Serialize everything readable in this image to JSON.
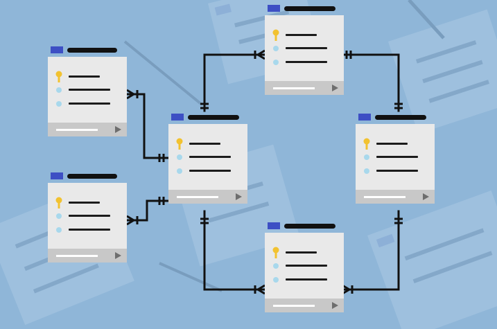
{
  "colors": {
    "background": "#8fb6d8",
    "card_tab": "#3d4fc4",
    "card_body": "#e9e9e9",
    "card_footer": "#c8c8c8",
    "key": "#f2c230",
    "field_dot": "#a8d8ec",
    "wire": "#111111"
  },
  "icons": [
    "key-icon",
    "field-dot-icon",
    "play-icon"
  ],
  "tables": [
    {
      "id": "table-left-top",
      "rows": [
        "primary-key",
        "field",
        "field"
      ]
    },
    {
      "id": "table-left-bottom",
      "rows": [
        "primary-key",
        "field",
        "field"
      ]
    },
    {
      "id": "table-center",
      "rows": [
        "primary-key",
        "field",
        "field"
      ]
    },
    {
      "id": "table-top",
      "rows": [
        "primary-key",
        "field",
        "field"
      ]
    },
    {
      "id": "table-right",
      "rows": [
        "primary-key",
        "field",
        "field"
      ]
    },
    {
      "id": "table-bottom",
      "rows": [
        "primary-key",
        "field",
        "field"
      ]
    }
  ],
  "relationships": [
    {
      "from": "table-left-top",
      "to": "table-center"
    },
    {
      "from": "table-left-bottom",
      "to": "table-center"
    },
    {
      "from": "table-center",
      "to": "table-top"
    },
    {
      "from": "table-top",
      "to": "table-right"
    },
    {
      "from": "table-center",
      "to": "table-bottom"
    },
    {
      "from": "table-right",
      "to": "table-bottom"
    }
  ]
}
